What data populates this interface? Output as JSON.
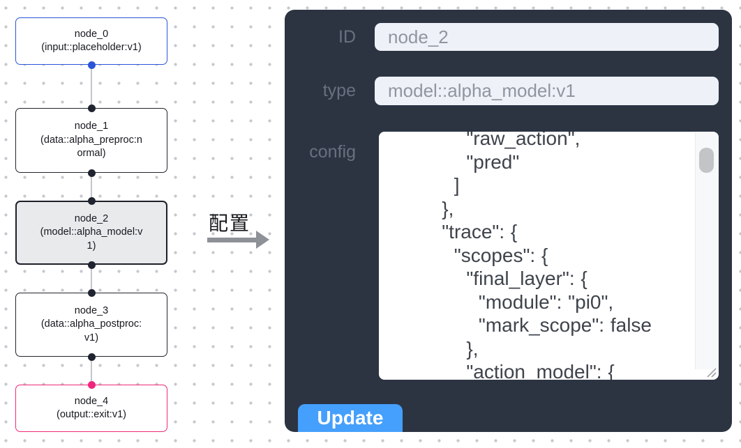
{
  "graph": {
    "nodes": [
      {
        "id": "node_0",
        "label": "node_0",
        "sublabel": "(input::placeholder:v1)",
        "node_type": "input",
        "border_color": "#2b55d8",
        "selected": false
      },
      {
        "id": "node_1",
        "label": "node_1",
        "sublabel": "(data::alpha_preproc:normal)",
        "node_type": "data",
        "border_color": "#20242c",
        "selected": false
      },
      {
        "id": "node_2",
        "label": "node_2",
        "sublabel": "(model::alpha_model:v1)",
        "node_type": "model",
        "border_color": "#1b1f29",
        "selected": true
      },
      {
        "id": "node_3",
        "label": "node_3",
        "sublabel": "(data::alpha_postproc:v1)",
        "node_type": "data",
        "border_color": "#20242c",
        "selected": false
      },
      {
        "id": "node_4",
        "label": "node_4",
        "sublabel": "(output::exit:v1)",
        "node_type": "output",
        "border_color": "#ee2977",
        "selected": false
      }
    ],
    "port_colors": {
      "input": "#2b55d8",
      "default": "#1f2430",
      "output": "#f0267c"
    },
    "arrow_label": "配置"
  },
  "panel": {
    "background": "#2c3442",
    "id_label": "ID",
    "id_value": "node_2",
    "type_label": "type",
    "type_value": "model::alpha_model:v1",
    "config_label": "config",
    "config_text": "            \"raw_action\",\n            \"pred\"\n          ]\n        },\n        \"trace\": {\n          \"scopes\": {\n            \"final_layer\": {\n              \"module\": \"pi0\",\n              \"mark_scope\": false\n            },\n            \"action_model\": {",
    "update_label": "Update",
    "update_color": "#459ffc"
  }
}
